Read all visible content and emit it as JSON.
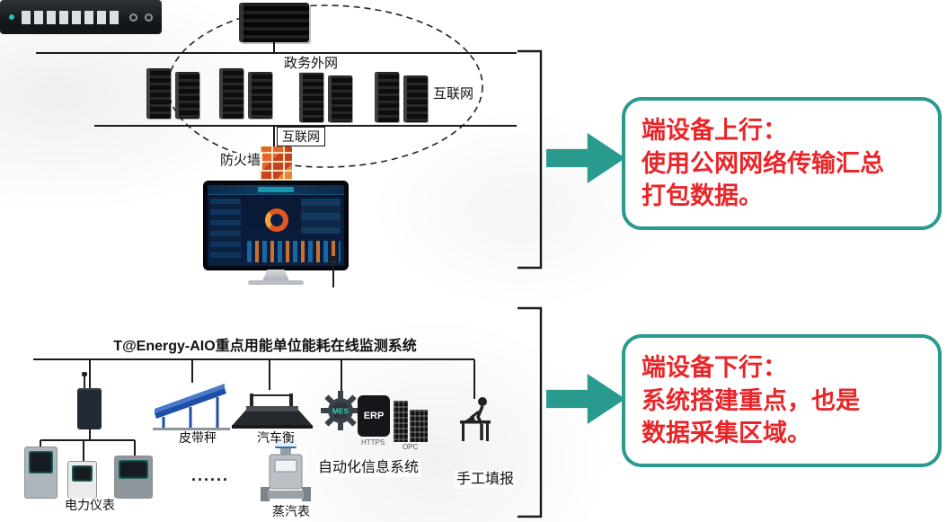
{
  "colors": {
    "teal": "#2a9a8f",
    "callout_text": "#e8262a",
    "line": "#1a1a1a"
  },
  "network": {
    "gov_label": "政务外网",
    "internet_right_label": "互联网",
    "internet_box_label": "互联网",
    "firewall_label": "防火墙"
  },
  "system": {
    "title": "T@Energy-AIO重点用能单位能耗在线监测系统"
  },
  "devices": {
    "power_meter": "电力仪表",
    "belt_scale": "皮带秤",
    "truck_scale": "汽车衡",
    "dots": "......",
    "steam_meter": "蒸汽表",
    "mes": "MES",
    "erp": "ERP",
    "https": "HTTPS",
    "opc": "OPC",
    "automation": "自动化信息系统",
    "manual": "手工填报"
  },
  "callouts": [
    {
      "text": "端设备上行：\n使用公网网络传输汇总\n打包数据。"
    },
    {
      "text": "端设备下行：\n系统搭建重点，也是\n数据采集区域。"
    }
  ]
}
